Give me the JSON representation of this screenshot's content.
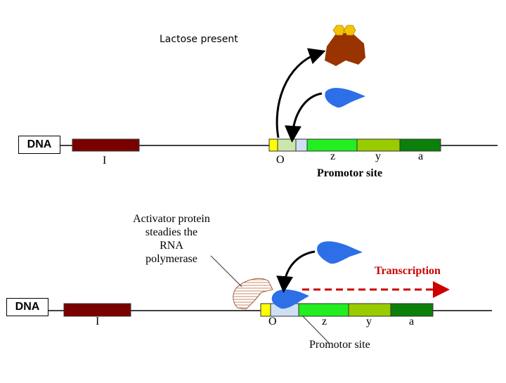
{
  "colors": {
    "repressor_gene": "#7a0000",
    "lac_z": "#22ee22",
    "lac_y": "#99cc00",
    "lac_a": "#0b800b",
    "activator": "#2d6fe6",
    "repressor_protein": "#993300",
    "lactose": "#f5c400",
    "transcription": "#cc0000",
    "promoter": "#ffff00",
    "operator": "#cce6aa"
  },
  "top": {
    "title": "Lactose present",
    "dna_label": "DNA",
    "gene_i": "I",
    "operator": "O",
    "gene_z": "z",
    "gene_y": "y",
    "gene_a": "a",
    "promoter_label": "Promotor site"
  },
  "bottom": {
    "dna_label": "DNA",
    "gene_i": "I",
    "operator": "O",
    "gene_z": "z",
    "gene_y": "y",
    "gene_a": "a",
    "promoter_label": "Promotor site",
    "activator_note": [
      "Activator protein",
      "steadies the",
      "RNA",
      "polymerase"
    ],
    "transcription": "Transcription"
  }
}
